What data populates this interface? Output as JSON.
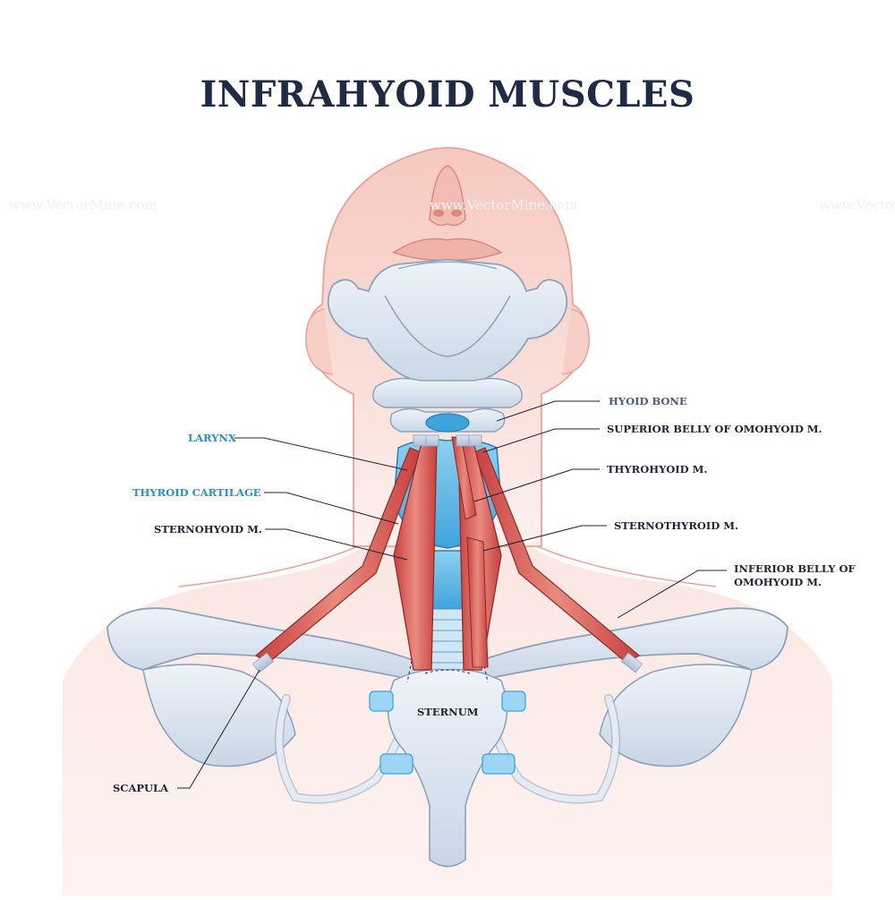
{
  "title": "INFRAHYOID MUSCLES",
  "watermark": "www.VectorMine.com",
  "labels": {
    "hyoid_bone": "HYOID BONE",
    "superior_belly": "SUPERIOR BELLY OF OMOHYOID M.",
    "thyrohyoid": "THYROHYOID M.",
    "sternothyroid": "STERNOTHYROID M.",
    "inferior_belly_line1": "INFERIOR BELLY OF",
    "inferior_belly_line2": "OMOHYOID M.",
    "larynx": "LARYNX",
    "thyroid_cartilage": "THYROID CARTILAGE",
    "sternohyoid": "STERNOHYOID M.",
    "sternum": "STERNUM",
    "scapula": "SCAPULA"
  },
  "colors": {
    "title": "#1f2a44",
    "skin": "#f7d6d0",
    "skin_outline": "#e8a49a",
    "bone": "#dfe7f1",
    "bone_outline": "#8da2bd",
    "muscle": "#d9544f",
    "cartilage": "#5ab6e6",
    "label_blue": "#2a8fc4",
    "label_dark": "#1d2433"
  }
}
